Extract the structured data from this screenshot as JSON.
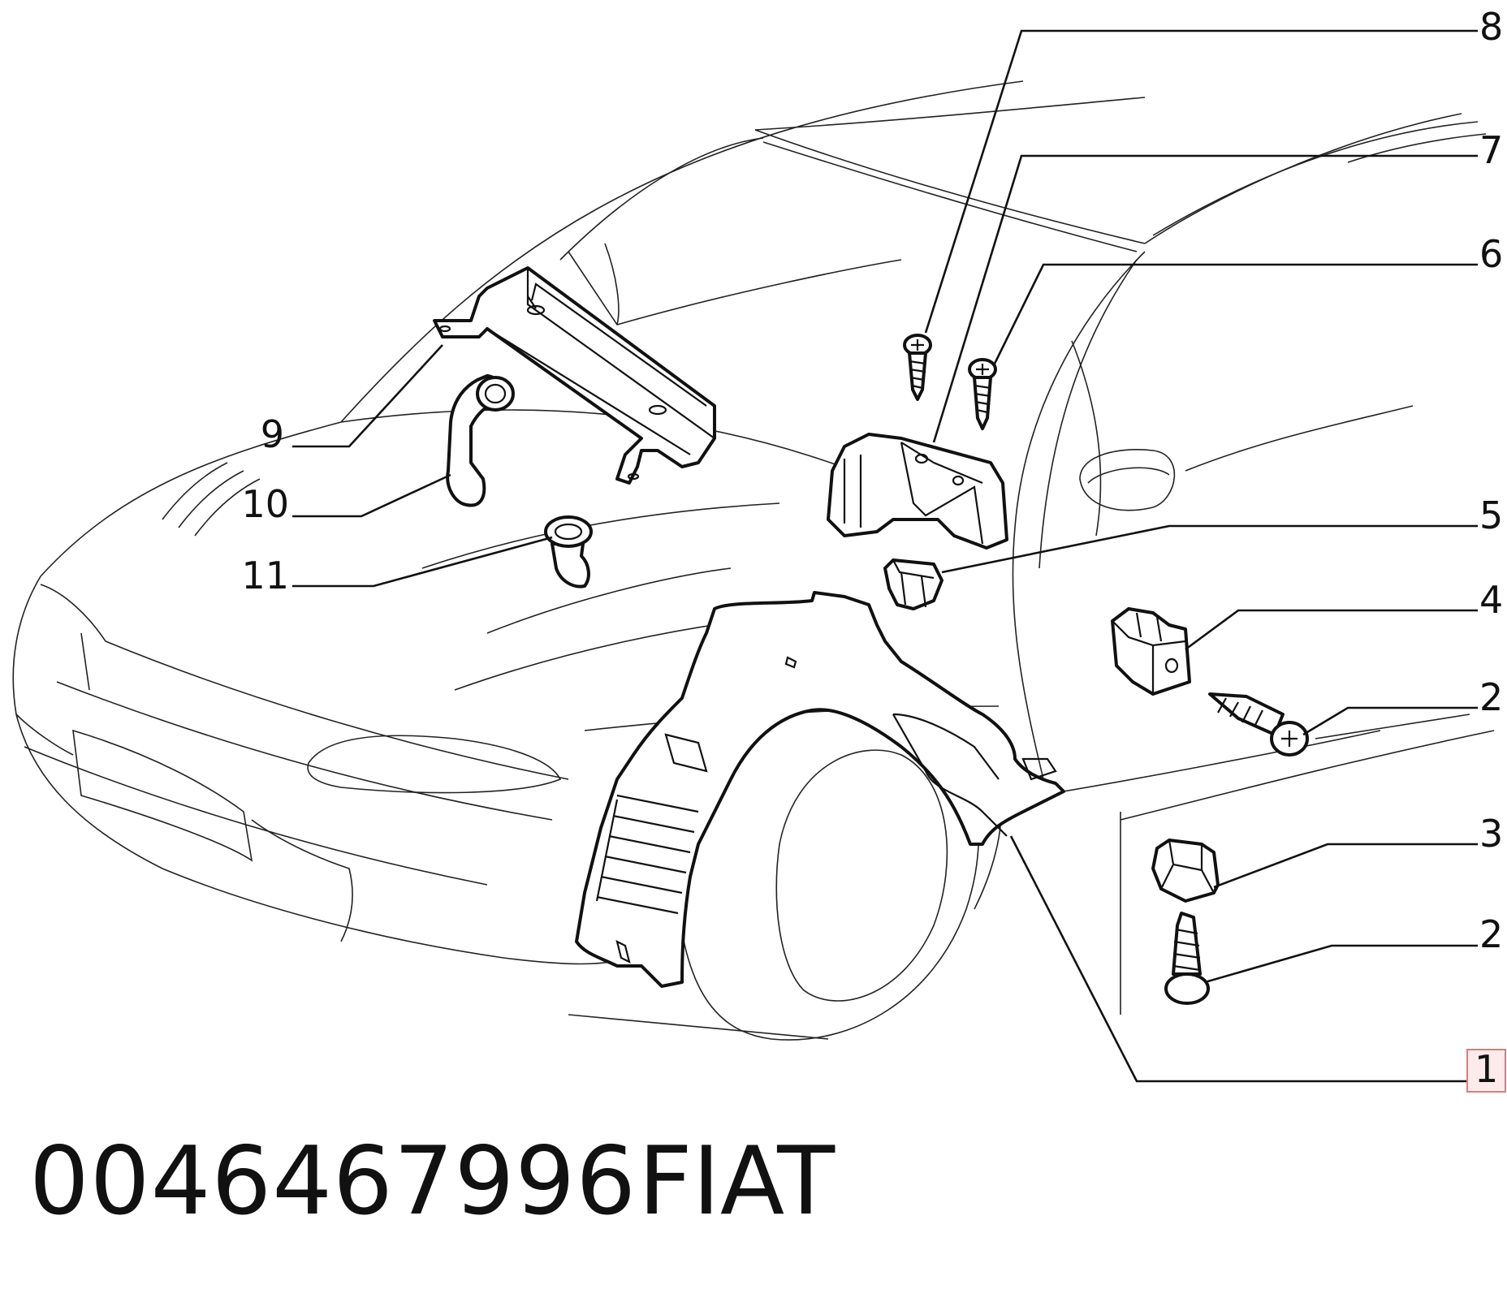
{
  "callouts": {
    "c8": "8",
    "c7": "7",
    "c6": "6",
    "c9": "9",
    "c10": "10",
    "c11": "11",
    "c5": "5",
    "c4": "4",
    "c2a": "2",
    "c3": "3",
    "c2b": "2",
    "c1": "1"
  },
  "footer": {
    "part_number": "0046467996",
    "brand": "FIAT"
  },
  "highlight_color": "#e07a7a"
}
